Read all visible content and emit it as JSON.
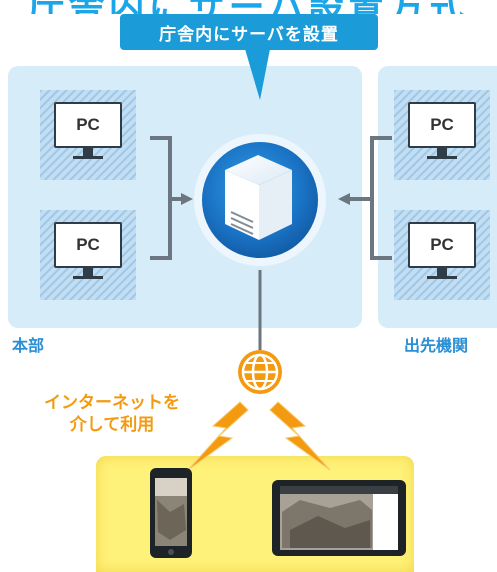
{
  "title": "庁舎内にサーバ設置方式",
  "banner": {
    "text": "庁舎内にサーバを設置"
  },
  "panels": {
    "headquarters": "本部",
    "branch": "出先機関"
  },
  "pc_label": "PC",
  "internet_label": [
    "インターネットを",
    "介して利用"
  ],
  "colors": {
    "accent": "#1b9bd8",
    "panel": "#d7ecf9",
    "orange": "#f39a11",
    "device_area": "#fff27a"
  }
}
